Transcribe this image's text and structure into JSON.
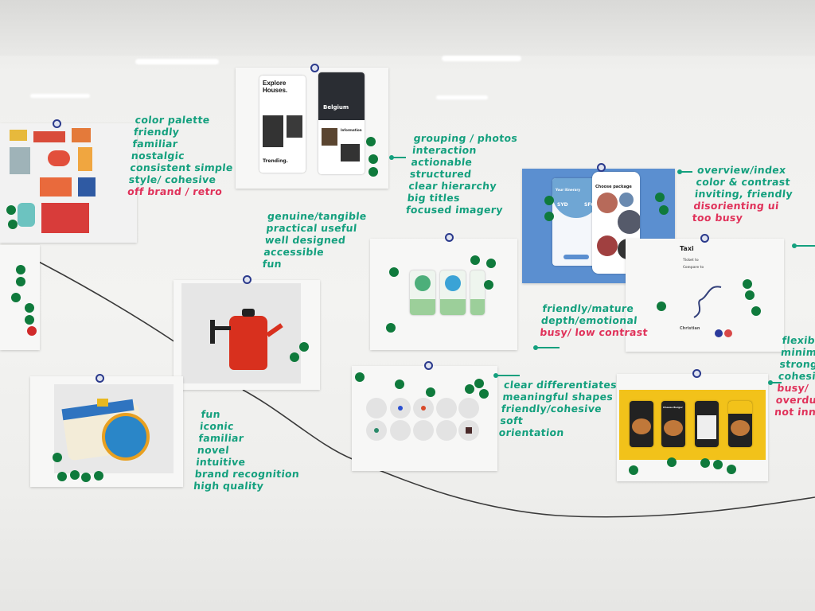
{
  "notes": {
    "retro": {
      "lines": [
        "color palette",
        "friendly",
        "familiar",
        "nostalgic",
        "consistent simple",
        "style/ cohesive"
      ],
      "negative": "off brand / retro"
    },
    "teapot": {
      "lines": [
        "genuine/tangible",
        "practical useful",
        "well designed",
        "accessible",
        "fun"
      ]
    },
    "houses": {
      "lines": [
        "grouping / photos",
        "interaction",
        "actionable",
        "structured",
        "clear hierarchy",
        "big titles",
        "focused imagery"
      ]
    },
    "travel": {
      "lines": [
        "overview/index",
        "color & contrast",
        "inviting, friendly"
      ],
      "negative": [
        "disorienting ui",
        "too busy"
      ]
    },
    "onboarding": {
      "lines": [
        "friendly/mature",
        "depth/emotional"
      ],
      "negative": "busy/ low contrast"
    },
    "icons": {
      "lines": [
        "clear differentiates",
        "meaningful shapes",
        "friendly/cohesive",
        "soft",
        "orientation"
      ]
    },
    "camera": {
      "lines": [
        "fun",
        "iconic",
        "familiar",
        "novel",
        "intuitive",
        "brand recognition",
        "high quality"
      ]
    },
    "burger": {
      "lines": [
        "flexib",
        "minim",
        "strong",
        "cohesi"
      ],
      "negative": [
        "busy/",
        "overdu",
        "not inno"
      ]
    }
  },
  "papers": {
    "houses": {
      "title": "Explore Houses.",
      "place": "Belgium",
      "section": "Trending.",
      "detail": "Information"
    },
    "travel": {
      "itinerary": "Your itinerary",
      "from": "SYD",
      "to": "SFO",
      "package": "Choose package"
    },
    "taxi": {
      "title": "Taxi",
      "from": "Ticket to",
      "to": "Compare to",
      "driver": "Christian"
    },
    "burger": {
      "item": "Cheese Burger"
    }
  },
  "colors": {
    "marker_green": "#14a07e",
    "marker_red": "#e0325a",
    "sticker_green": "#0f7a3c",
    "travel_blue": "#5b8fd0",
    "burger_yellow": "#f2c21a",
    "teapot_red": "#d8301e"
  }
}
